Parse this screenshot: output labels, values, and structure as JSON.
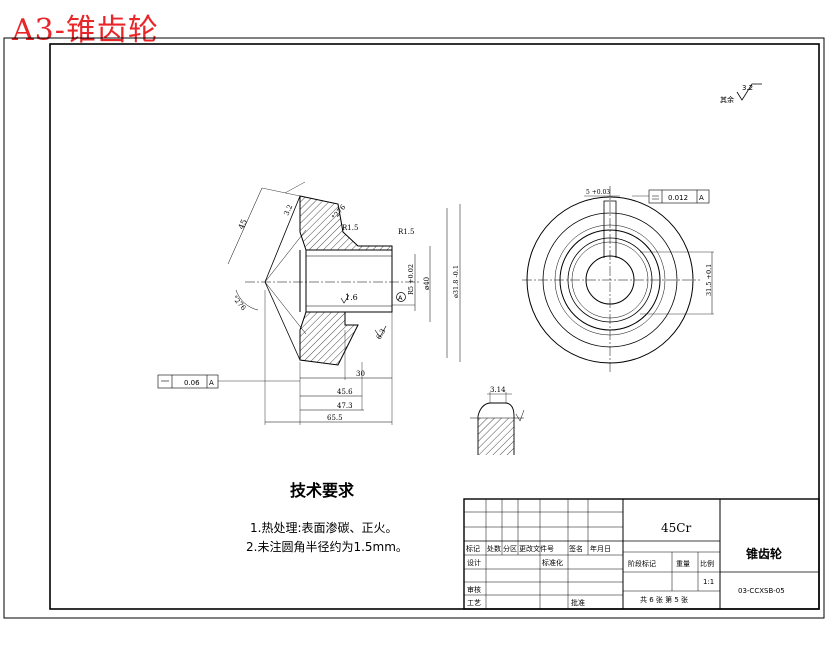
{
  "sheet_stamp": "A3-锥齿轮",
  "surface_note": {
    "label": "其余",
    "roughness": "3.2"
  },
  "section_view": {
    "dims": [
      "45",
      "3.2",
      "°276",
      "R1.5",
      "R1.5",
      "1.6",
      "R5 +0.02",
      "ø40",
      "ø31.8 -0.1",
      "30",
      "45.6",
      "47.3",
      "65.5",
      "°276",
      "6.3"
    ],
    "datum": "A",
    "tolerance": {
      "value": "0.06",
      "datum": "A"
    }
  },
  "front_view": {
    "keyway_dim": "5 +0.03",
    "tolerance": {
      "value": "0.012",
      "datum": "A"
    },
    "bore_dim": "31.5 +0.1"
  },
  "detail_view": {
    "dim": "3.14"
  },
  "requirements": {
    "heading": "技术要求",
    "items": [
      "1.热处理:表面渗碳、正火。",
      "2.未注圆角半径约为1.5mm。"
    ]
  },
  "title_block": {
    "material": "45Cr",
    "part_name": "锥齿轮",
    "drawing_no": "03-CCXSB-05",
    "revision_headers": [
      "标记",
      "处数",
      "分区",
      "更改文件号",
      "签名",
      "年月日"
    ],
    "row_labels": [
      "设计",
      "审核",
      "工艺"
    ],
    "standardize": "标准化",
    "approve": "批准",
    "stage_headers": [
      "阶段标记",
      "重量",
      "比例"
    ],
    "scale": "1:1",
    "sheet_info": "共 6 张 第 5 张"
  }
}
